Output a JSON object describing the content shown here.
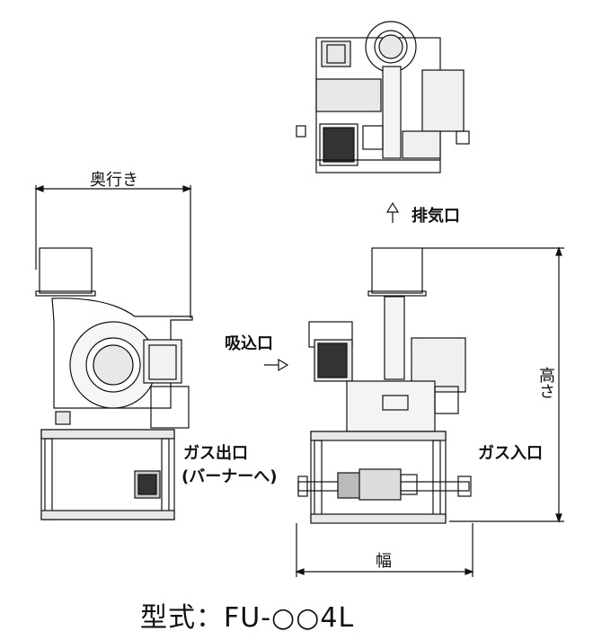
{
  "labels": {
    "depth": "奥行き",
    "exhaust": "排気口",
    "intake": "吸込口",
    "gas_outlet": "ガス出口",
    "gas_outlet_sub": "(バーナーへ)",
    "gas_inlet": "ガス入口",
    "height": "高さ",
    "width": "幅"
  },
  "model": "型式：FU-○○4L",
  "colors": {
    "line": "#111111",
    "fill_dark": "#222222",
    "fill_mid": "#bbbbbb",
    "fill_light": "#e8e8e8"
  }
}
